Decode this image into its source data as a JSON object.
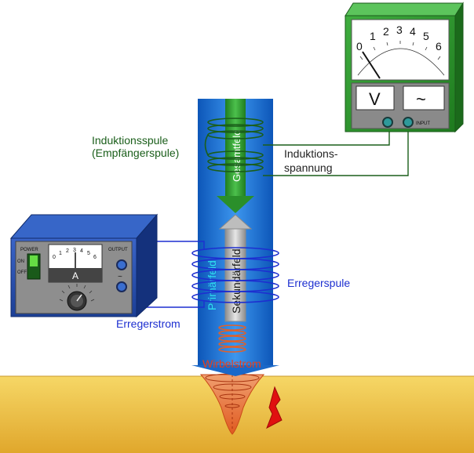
{
  "labels": {
    "receiver_coil": "Induktionsspule",
    "receiver_coil_sub": "(Empfängerspule)",
    "induced_voltage": "Induktions-",
    "induced_voltage_sub": "spannung",
    "total_field": "Gesamtfeld",
    "secondary_field": "Sekundärfeld",
    "primary_field": "Primärfeld",
    "exciter_coil": "Erregerspule",
    "exciter_current": "Erregerstrom",
    "eddy_current": "Wirbelstrom"
  },
  "voltmeter": {
    "scale": [
      "0",
      "1",
      "2",
      "3",
      "4",
      "5",
      "6"
    ],
    "mode_button_v": "V",
    "mode_button_ac": "~",
    "input_label": "INPUT"
  },
  "power_supply": {
    "power_label": "POWER",
    "on_label": "ON",
    "off_label": "OFF",
    "output_label": "OUTPUT",
    "ac_symbol": "~",
    "meter_unit": "A",
    "scale": [
      "0",
      "1",
      "2",
      "3",
      "4",
      "5",
      "6"
    ]
  },
  "colors": {
    "primary_field": "#1e74d6",
    "total_field": "#2a9b2a",
    "secondary_field": "#9a9a9a",
    "exciter_coil": "#1d2fd0",
    "receiver_coil": "#1a5e1a",
    "eddy_current": "#e05a20",
    "ground": "#f1c84c"
  }
}
